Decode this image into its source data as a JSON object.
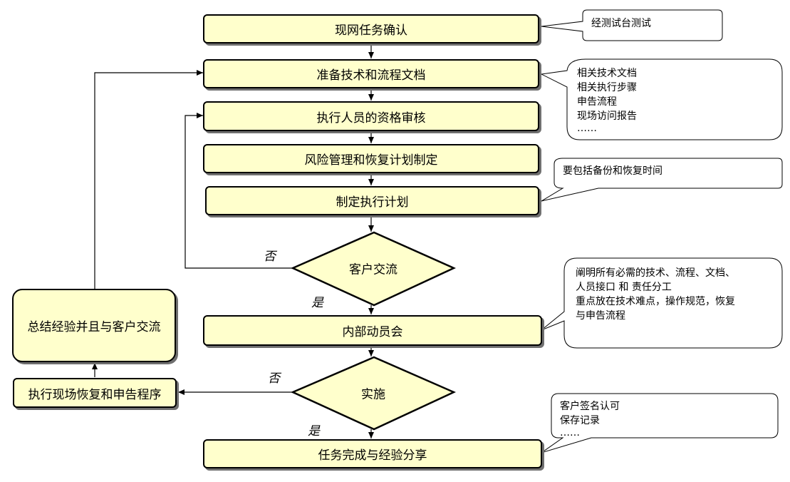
{
  "steps": {
    "confirm": "现网任务确认",
    "prepare_docs": "准备技术和流程文档",
    "qualify": "执行人员的资格审核",
    "risk_plan": "风险管理和恢复计划制定",
    "exec_plan": "制定执行计划",
    "mobilize": "内部动员会",
    "complete": "任务完成与经验分享",
    "recover": "执行现场恢复和申告程序",
    "summarize": "总结经验并且与客户交流"
  },
  "decisions": {
    "customer": "客户交流",
    "implement": "实施"
  },
  "branch_labels": {
    "no_customer": "否",
    "yes_customer": "是",
    "no_implement": "否",
    "yes_implement": "是"
  },
  "callouts": {
    "confirm": [
      "经测试台测试"
    ],
    "prepare_docs": [
      "相关技术文档",
      "相关执行步骤",
      "申告流程",
      "现场访问报告",
      "……"
    ],
    "exec_plan": [
      "要包括备份和恢复时间"
    ],
    "mobilize": [
      "阐明所有必需的技术、流程、文档、",
      "人员接口 和 责任分工",
      "重点放在技术难点，操作规范，恢复",
      "与申告流程"
    ],
    "complete": [
      "客户签名认可",
      "保存记录",
      "……"
    ]
  },
  "colors": {
    "box_fill": "#ffffcc",
    "stroke": "#000000",
    "shadow": "#6f6f6f",
    "callout_fill": "#ffffff"
  }
}
